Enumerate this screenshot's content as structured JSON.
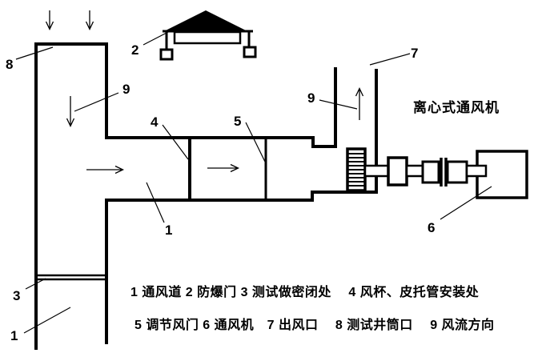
{
  "colors": {
    "ink": "#000000",
    "background": "#ffffff"
  },
  "annotation": {
    "fan_type_label": "离心式通风机"
  },
  "callouts": {
    "shaft_opening": "8",
    "airflow_shaft": "9",
    "explosion_door": "2",
    "duct_horizontal": "1",
    "duct_lower": "1",
    "sealed_place": "3",
    "anemometer_pitot_place": "4",
    "damper": "5",
    "fan_unit": "6",
    "air_outlet": "7",
    "airflow_outlet": "9"
  },
  "legend": {
    "line1": "1 通风道 2 防爆门 3 测试做密闭处　 4 风杯、皮托管安装处",
    "line2": "5 调节风门 6 通风机　7 出风口　 8 测试井筒口　 9 风流方向"
  }
}
